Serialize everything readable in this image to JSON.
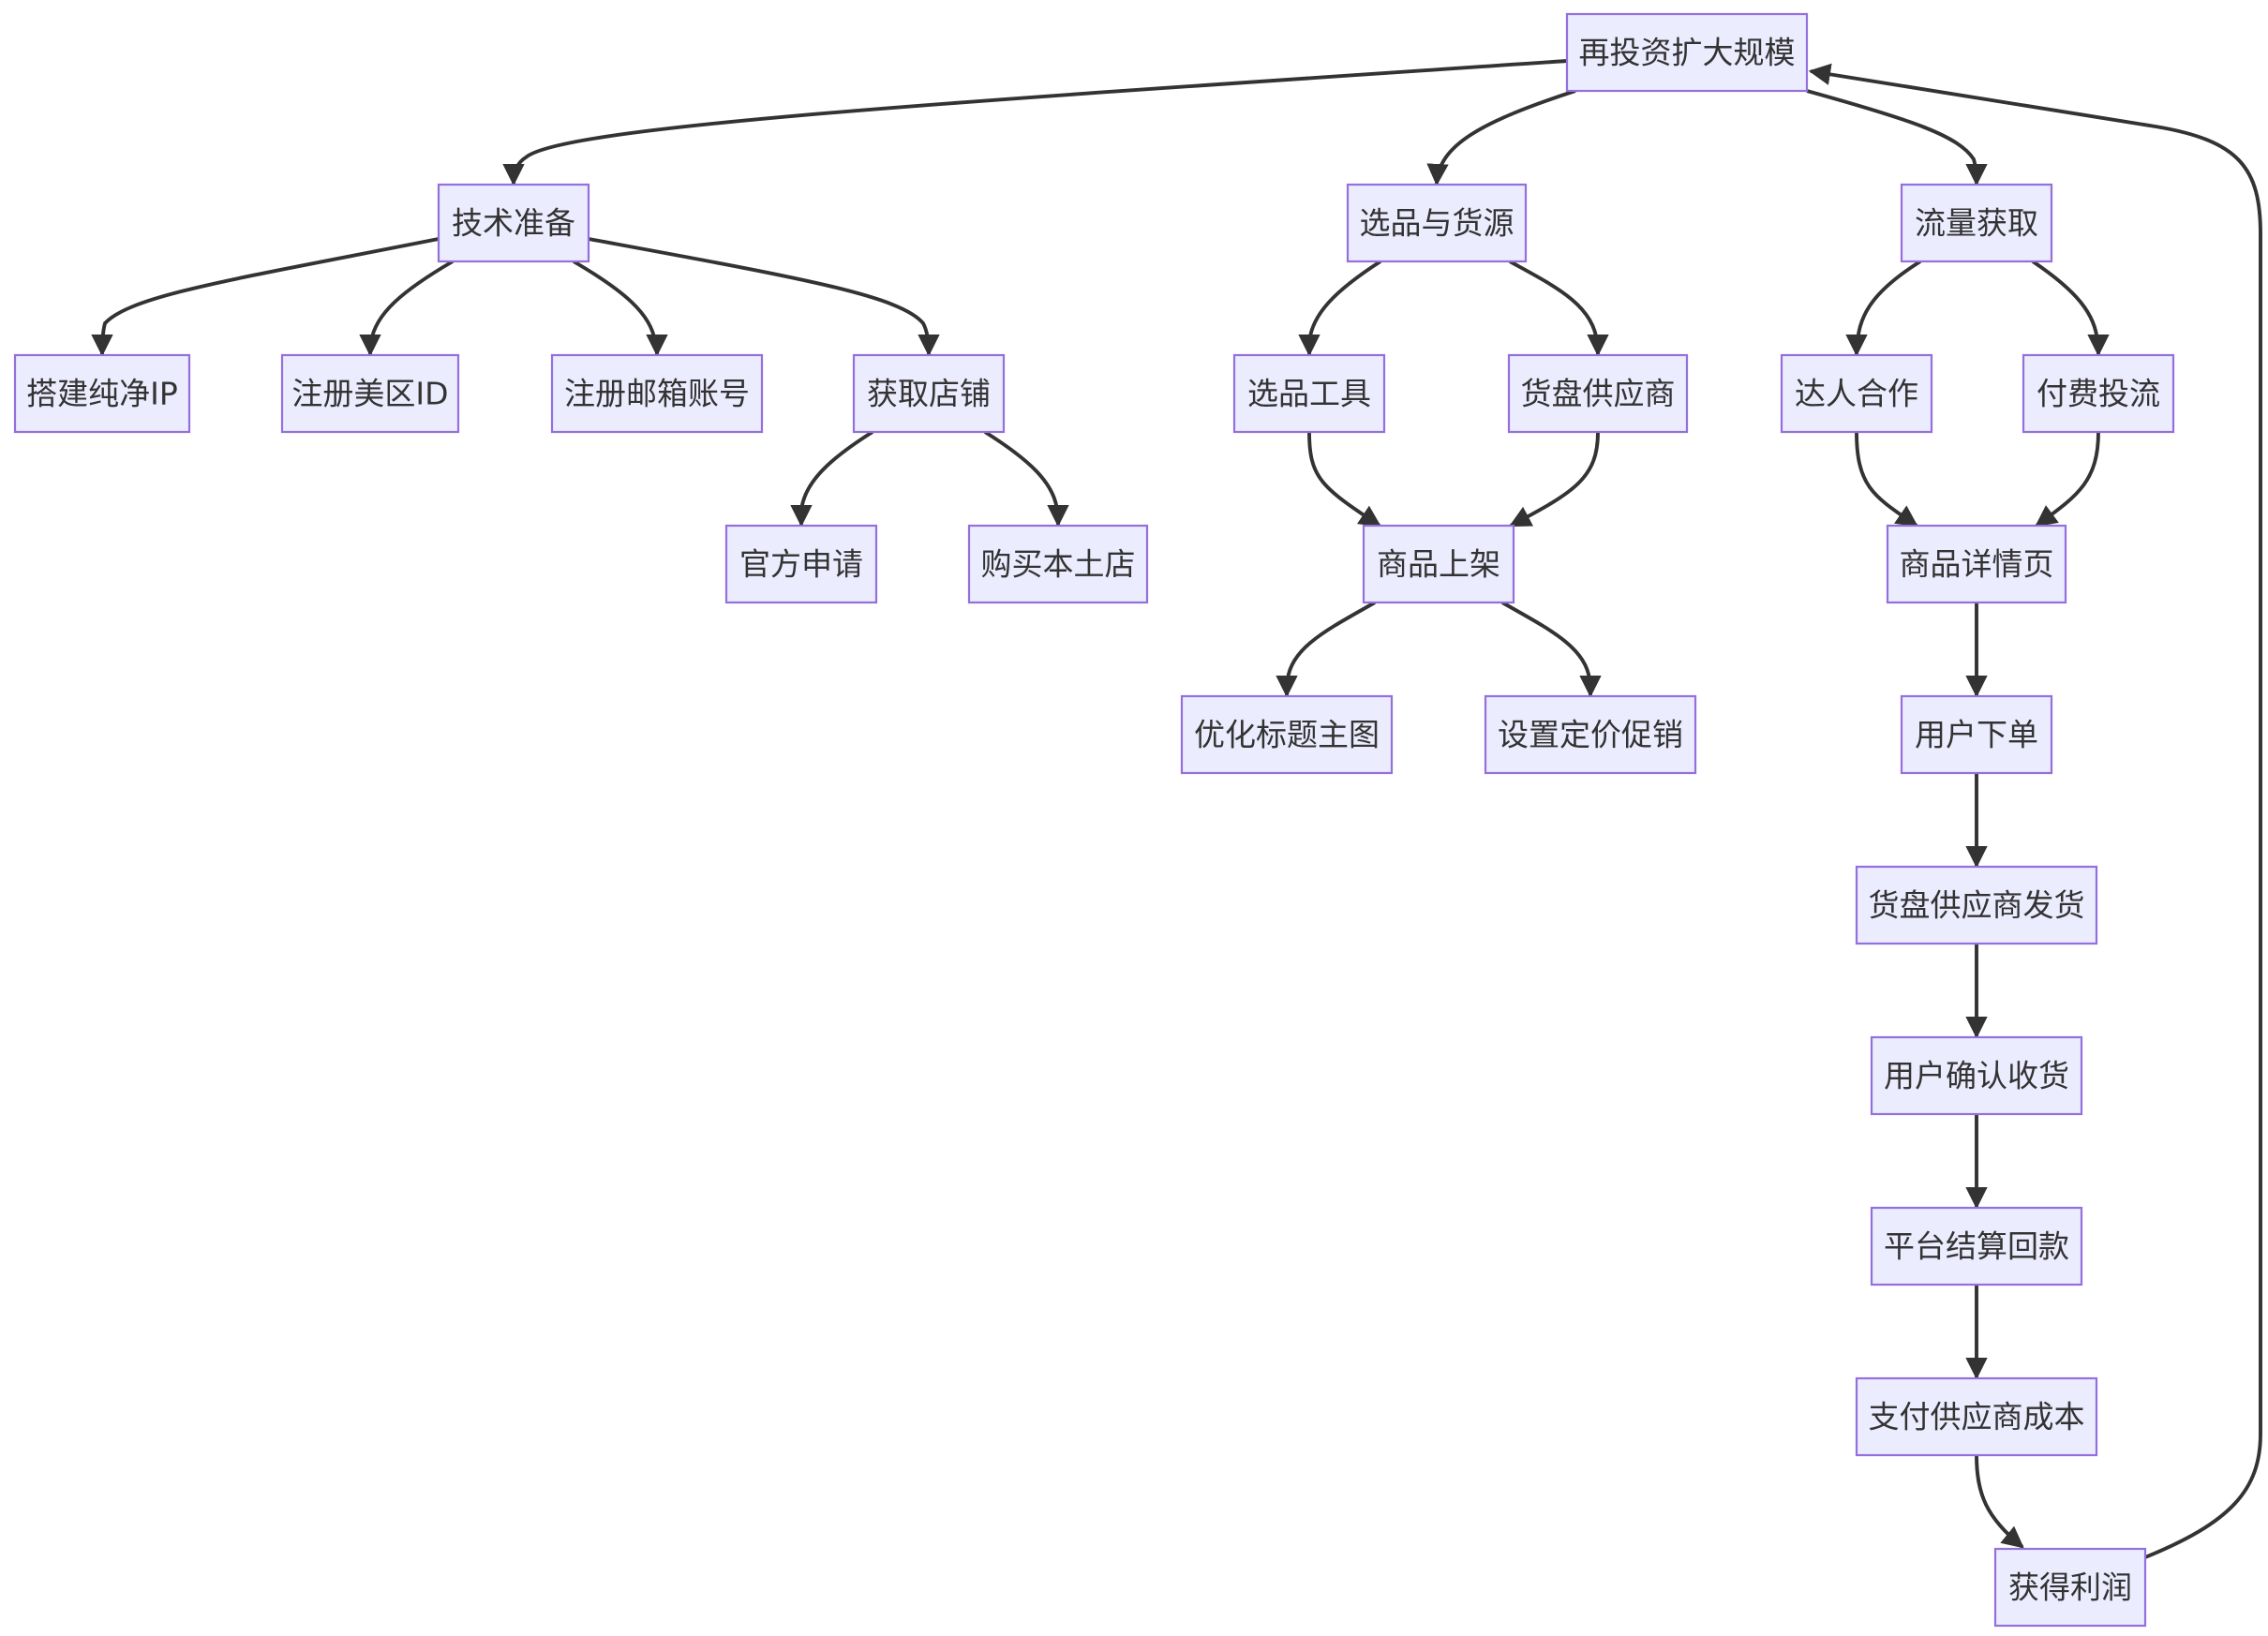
{
  "diagram": {
    "type": "flowchart",
    "colors": {
      "node_fill": "#ECECFF",
      "node_border": "#9370DB",
      "edge": "#333333",
      "text": "#333333",
      "background": "#FFFFFF"
    },
    "nodes": [
      {
        "id": "reinvest",
        "label": "再投资扩大规模"
      },
      {
        "id": "tech",
        "label": "技术准备"
      },
      {
        "id": "sourcing",
        "label": "选品与货源"
      },
      {
        "id": "traffic",
        "label": "流量获取"
      },
      {
        "id": "ip",
        "label": "搭建纯净IP"
      },
      {
        "id": "usid",
        "label": "注册美区ID"
      },
      {
        "id": "email",
        "label": "注册邮箱账号"
      },
      {
        "id": "shop",
        "label": "获取店铺"
      },
      {
        "id": "official",
        "label": "官方申请"
      },
      {
        "id": "buyshop",
        "label": "购买本土店"
      },
      {
        "id": "seltool",
        "label": "选品工具"
      },
      {
        "id": "supplier",
        "label": "货盘供应商"
      },
      {
        "id": "listing",
        "label": "商品上架"
      },
      {
        "id": "optimize",
        "label": "优化标题主图"
      },
      {
        "id": "pricing",
        "label": "设置定价促销"
      },
      {
        "id": "influencer",
        "label": "达人合作"
      },
      {
        "id": "paid",
        "label": "付费投流"
      },
      {
        "id": "detail",
        "label": "商品详情页"
      },
      {
        "id": "order",
        "label": "用户下单"
      },
      {
        "id": "ship",
        "label": "货盘供应商发货"
      },
      {
        "id": "confirm",
        "label": "用户确认收货"
      },
      {
        "id": "settle",
        "label": "平台结算回款"
      },
      {
        "id": "paycost",
        "label": "支付供应商成本"
      },
      {
        "id": "profit",
        "label": "获得利润"
      }
    ],
    "edges": [
      {
        "from": "reinvest",
        "to": "tech"
      },
      {
        "from": "reinvest",
        "to": "sourcing"
      },
      {
        "from": "reinvest",
        "to": "traffic"
      },
      {
        "from": "tech",
        "to": "ip"
      },
      {
        "from": "tech",
        "to": "usid"
      },
      {
        "from": "tech",
        "to": "email"
      },
      {
        "from": "tech",
        "to": "shop"
      },
      {
        "from": "shop",
        "to": "official"
      },
      {
        "from": "shop",
        "to": "buyshop"
      },
      {
        "from": "sourcing",
        "to": "seltool"
      },
      {
        "from": "sourcing",
        "to": "supplier"
      },
      {
        "from": "seltool",
        "to": "listing"
      },
      {
        "from": "supplier",
        "to": "listing"
      },
      {
        "from": "listing",
        "to": "optimize"
      },
      {
        "from": "listing",
        "to": "pricing"
      },
      {
        "from": "traffic",
        "to": "influencer"
      },
      {
        "from": "traffic",
        "to": "paid"
      },
      {
        "from": "influencer",
        "to": "detail"
      },
      {
        "from": "paid",
        "to": "detail"
      },
      {
        "from": "detail",
        "to": "order"
      },
      {
        "from": "order",
        "to": "ship"
      },
      {
        "from": "ship",
        "to": "confirm"
      },
      {
        "from": "confirm",
        "to": "settle"
      },
      {
        "from": "settle",
        "to": "paycost"
      },
      {
        "from": "paycost",
        "to": "profit"
      },
      {
        "from": "profit",
        "to": "reinvest"
      }
    ]
  }
}
